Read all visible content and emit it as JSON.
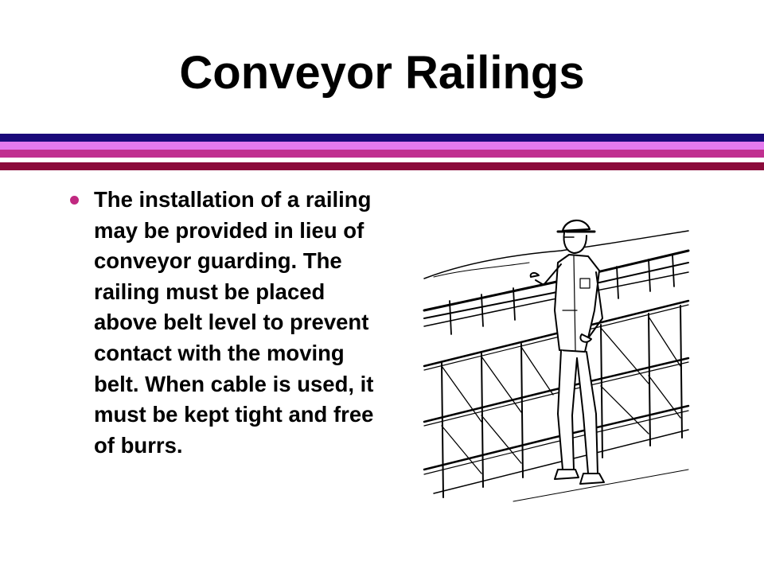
{
  "slide": {
    "title": "Conveyor Railings",
    "bullet_text": "The installation of a railing may be provided in lieu of conveyor guarding. The railing must be placed above belt level to prevent contact with the moving belt. When cable is used, it must be kept tight and free of burrs."
  },
  "colors": {
    "stripe_1": "#1a0a7a",
    "stripe_2": "#e47aee",
    "stripe_3": "#c03090",
    "stripe_4": "#ffffff",
    "stripe_5": "#8b0b3b",
    "bullet": "#c02880"
  },
  "illustration": {
    "icon": "worker-at-conveyor-railing-illustration"
  }
}
